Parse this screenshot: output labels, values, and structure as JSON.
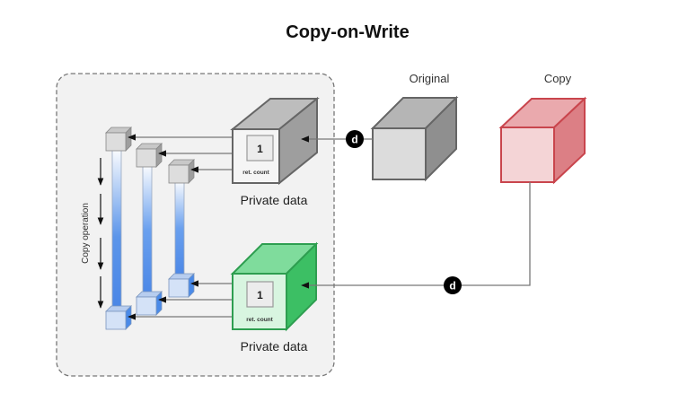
{
  "title": "Copy-on-Write",
  "labels": {
    "original": "Original",
    "copy": "Copy",
    "private_data_top": "Private data",
    "private_data_bottom": "Private data",
    "copy_operation": "Copy operation"
  },
  "ref_counters": {
    "top": {
      "value": "1",
      "caption": "ret. count"
    },
    "bottom": {
      "value": "1",
      "caption": "ret. count"
    }
  },
  "pointers": {
    "original_pointer": "d",
    "copy_pointer": "d"
  },
  "colors": {
    "container_bg": "#f2f2f2",
    "container_border": "#777777",
    "gray_front": "#e0e0e0",
    "gray_top": "#bdbdbd",
    "gray_side": "#9e9e9e",
    "gray_stroke": "#666666",
    "green_front": "#d8f5e0",
    "green_top": "#7fdc9c",
    "green_side": "#3cbf64",
    "green_stroke": "#2e9e50",
    "red_front": "#f4d4d6",
    "red_top": "#eaa9ad",
    "red_side": "#dc7f85",
    "red_stroke": "#c9454d",
    "blue_front": "#d4e2f7",
    "blue_side": "#4a8ae8",
    "blue_stroke": "#7a95bd",
    "bar_blue": "#5b95ea",
    "line": "#777777",
    "arrow": "#111111",
    "pointer_bg": "#000000"
  }
}
